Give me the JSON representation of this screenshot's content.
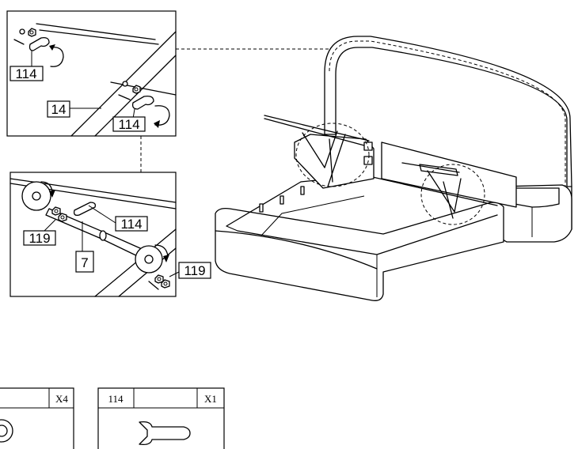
{
  "detail_top": {
    "labels": {
      "part_a": "114",
      "part_b": "14",
      "part_c": "114"
    }
  },
  "detail_bottom": {
    "labels": {
      "part_a": "114",
      "part_b": "119",
      "part_c": "7",
      "part_d": "119"
    }
  },
  "parts_legend": [
    {
      "qty": "X4"
    },
    {
      "number": "114",
      "qty": "X1"
    }
  ]
}
